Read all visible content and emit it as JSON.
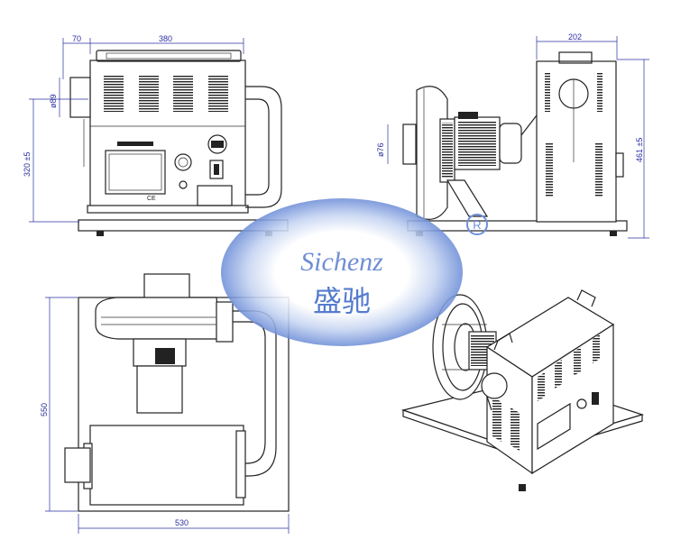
{
  "dimensions": {
    "front_width": "380",
    "front_offset": "70",
    "front_pipe_dia": "ø89",
    "front_height": "320 ±5",
    "side_width": "202",
    "side_pipe_dia": "ø76",
    "side_height": "461 ±5",
    "top_depth": "550",
    "top_width": "530"
  },
  "watermark": {
    "brand": "Sichenz",
    "brand_cn": "盛驰",
    "registered": "R"
  },
  "panel": {
    "ce_mark": "CE"
  },
  "colors": {
    "dimension": "#2a2fa0",
    "watermark_blue": "#6f8fd8",
    "line": "#222222"
  }
}
